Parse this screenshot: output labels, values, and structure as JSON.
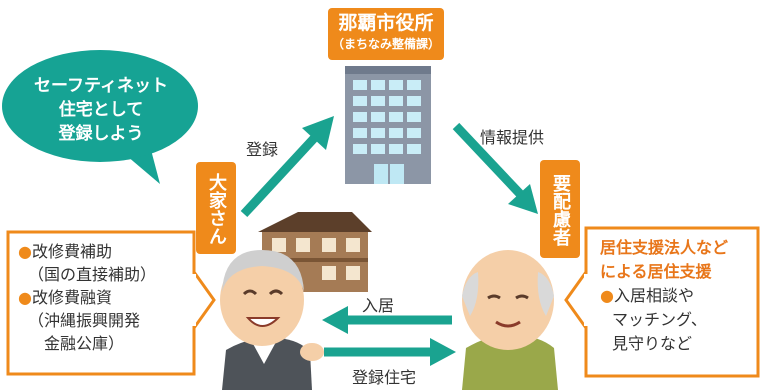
{
  "city_office": {
    "name": "那覇市役所",
    "department": "（まちなみ整備課）"
  },
  "speech_bubble": {
    "lines": [
      "セーフティネット",
      "住宅として",
      "登録しよう"
    ]
  },
  "arrows": {
    "register": "登録",
    "info_provision": "情報提供",
    "move_in": "入居",
    "registered_housing": "登録住宅"
  },
  "landlord": {
    "label": "大家さん"
  },
  "tenant": {
    "label": "要配慮者"
  },
  "support_box_left": {
    "items": [
      {
        "bullet": "●",
        "title": "改修費補助",
        "detail": [
          "（国の直接補助）"
        ]
      },
      {
        "bullet": "●",
        "title": "改修費融資",
        "detail": [
          "（沖縄振興開発",
          "金融公庫）"
        ]
      }
    ]
  },
  "support_box_right": {
    "heading": [
      "居住支援法人など",
      "による居住支援"
    ],
    "bullet": "●",
    "items": [
      "入居相談や",
      "マッチング、",
      "見守りなど"
    ]
  },
  "colors": {
    "orange": "#ef8a1b",
    "teal": "#1aa390",
    "bubble_green": "#16a394",
    "building": "#8e98a8",
    "heading_orange": "#e8761a"
  },
  "icons": [
    "building-icon",
    "house-icon",
    "landlord-icon",
    "elder-tenant-icon"
  ]
}
